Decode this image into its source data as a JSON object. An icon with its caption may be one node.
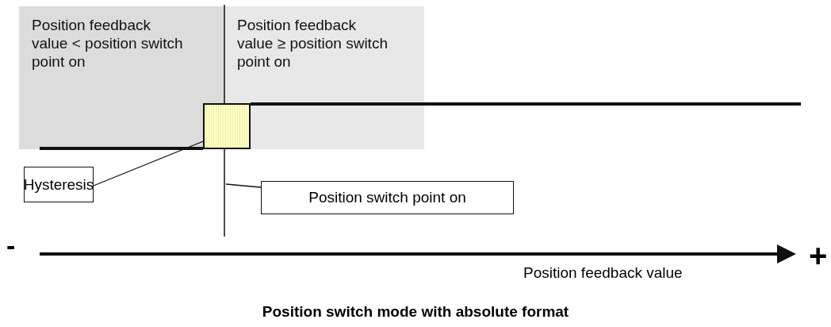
{
  "diagram": {
    "caption": "Position switch mode with absolute format",
    "nodes": [
      {
        "text": [
          "Position feedback value < position switch point on"
        ]
      },
      {
        "text": [
          "Position feedback value ≥ position switch point on"
        ]
      },
      {
        "text": [],
        "shape": "box"
      },
      {
        "text": [
          "Hysteresis"
        ]
      },
      {
        "text": [
          "Position switch point on"
        ]
      }
    ],
    "edges": [
      {
        "from": 3,
        "to": 2,
        "arrow": "none"
      },
      {
        "from": 4,
        "to": null,
        "arrow": "none"
      }
    ],
    "labels": [
      "-",
      "+",
      "Position feedback value"
    ]
  }
}
